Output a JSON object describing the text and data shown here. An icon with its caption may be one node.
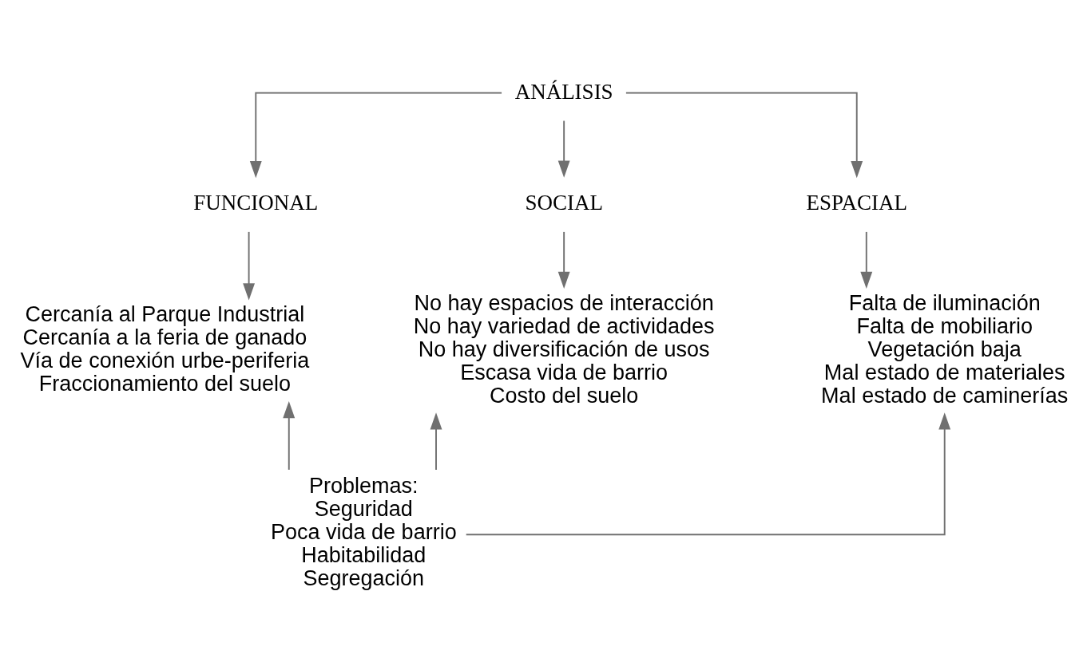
{
  "diagram": {
    "nodes": [
      {
        "text": [
          "ANÁLISIS"
        ]
      },
      {
        "text": [
          "FUNCIONAL"
        ]
      },
      {
        "text": [
          "SOCIAL"
        ]
      },
      {
        "text": [
          "ESPACIAL"
        ]
      },
      {
        "text": [
          "Cercanía al Parque Industrial",
          "Cercanía a la feria de ganado",
          "Vía de conexión urbe-periferia",
          "Fraccionamiento del suelo"
        ]
      },
      {
        "text": [
          "No hay espacios de interacción",
          "No hay variedad de actividades",
          "No hay diversificación de usos",
          "Escasa vida de barrio",
          "Costo del suelo"
        ]
      },
      {
        "text": [
          "Falta de iluminación",
          "Falta de mobiliario",
          "Vegetación baja",
          "Mal estado de materiales",
          "Mal estado de caminerías"
        ]
      },
      {
        "text": [
          "Problemas:",
          "Seguridad",
          "Poca vida de barrio",
          "Habitabilidad",
          "Segregación"
        ]
      }
    ],
    "edges": [
      {
        "from": 0,
        "to": 1,
        "arrow": "to"
      },
      {
        "from": 0,
        "to": 2,
        "arrow": "to"
      },
      {
        "from": 0,
        "to": 3,
        "arrow": "to"
      },
      {
        "from": 1,
        "to": 4,
        "arrow": "to"
      },
      {
        "from": 2,
        "to": 5,
        "arrow": "to"
      },
      {
        "from": 3,
        "to": 6,
        "arrow": "to"
      },
      {
        "from": 7,
        "to": 4,
        "arrow": "to"
      },
      {
        "from": 7,
        "to": 5,
        "arrow": "to"
      },
      {
        "from": 7,
        "to": 6,
        "arrow": "to"
      }
    ]
  }
}
